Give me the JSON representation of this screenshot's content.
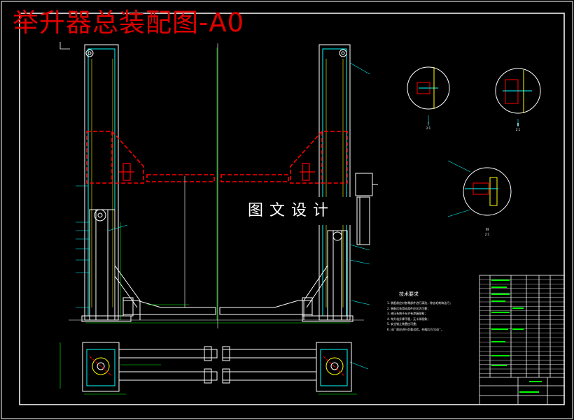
{
  "drawing": {
    "title": "举升器总装配图-A0",
    "watermark": "图文设计"
  },
  "tech_requirements": {
    "title": "技术要求",
    "notes": [
      "1. 装配前应对各零部件进行清洗，除去毛刺和油污；",
      "2. 装配后各滑动部件应灵活可靠；",
      "3. 液压系统不允许有渗漏现象；",
      "4. 举升机升降平稳，无卡滞现象；",
      "5. 安全锁止装置应可靠；",
      "6. 出厂前应进行负载试验，合格后方可出厂。"
    ]
  },
  "detail_views": [
    {
      "label": "I",
      "scale": "2:1"
    },
    {
      "label": "II",
      "scale": "2:1"
    },
    {
      "label": "III",
      "scale": "2:1"
    }
  ],
  "colors": {
    "line": "#ffffff",
    "accent": "#00ffff",
    "hidden": "#ff0000",
    "dimension": "#00ff00",
    "part": "#ffff00"
  }
}
